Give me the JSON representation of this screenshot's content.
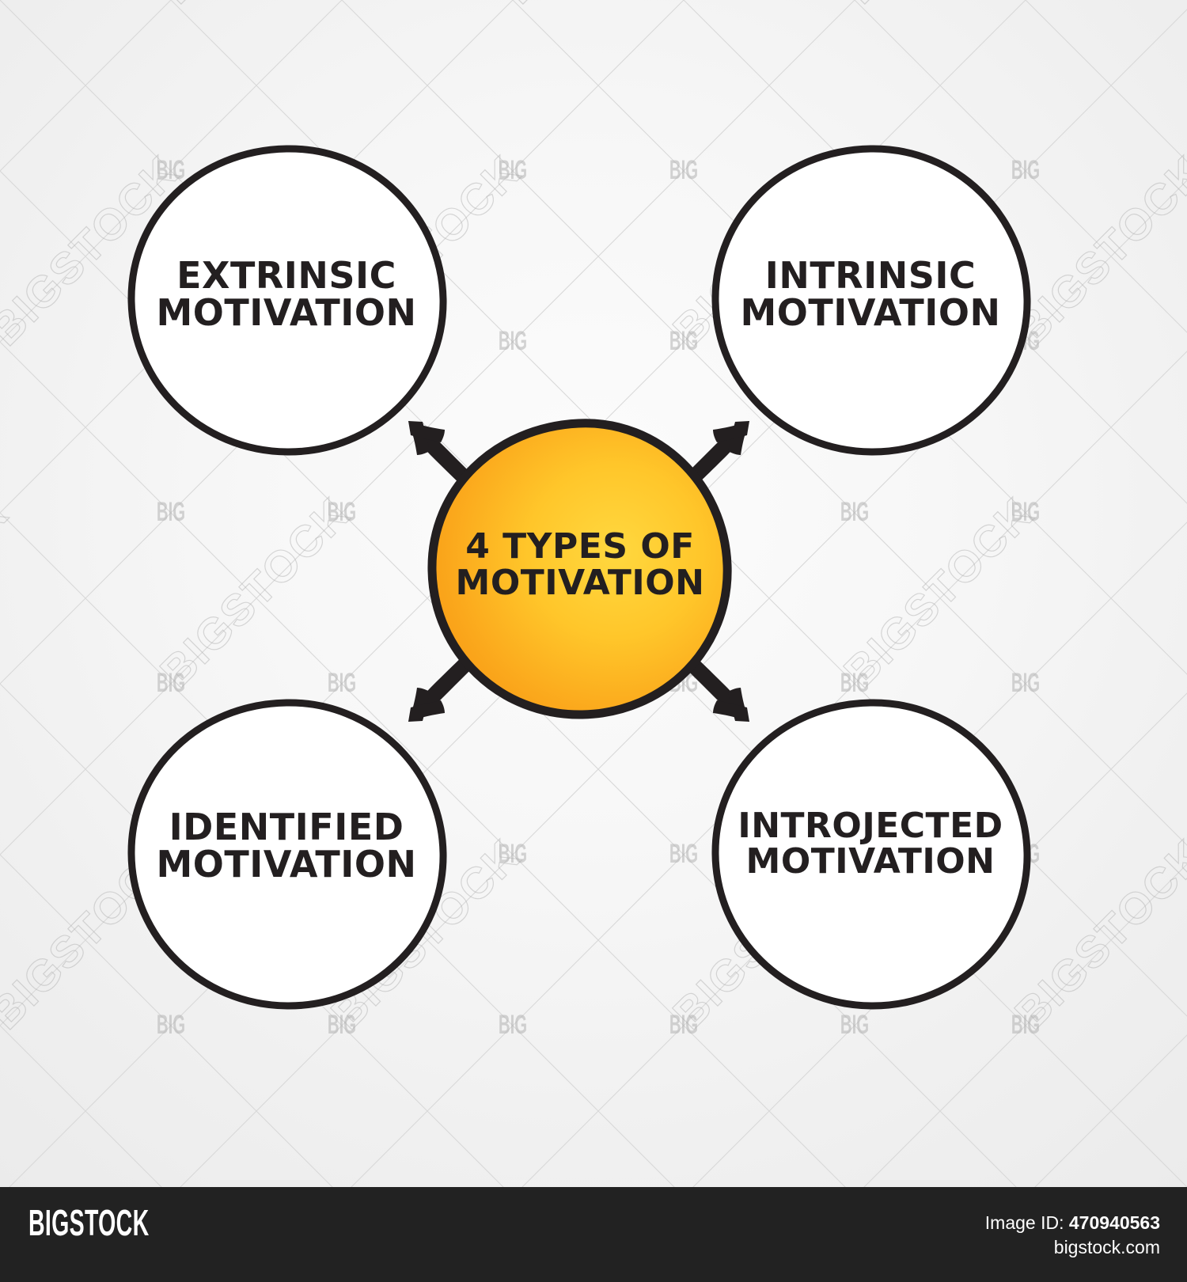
{
  "diagram": {
    "title": "4 Types of Motivation mind map",
    "center": {
      "id": "center-node",
      "line1": "4 TYPES OF",
      "line2": "MOTIVATION",
      "fill_start": "#ffd23a",
      "fill_end": "#f59b17",
      "stroke": "#231f20"
    },
    "nodes": [
      {
        "id": "node-extrinsic",
        "position": "top-left",
        "line1": "EXTRINSIC",
        "line2": "MOTIVATION",
        "fill": "#ffffff",
        "stroke": "#231f20"
      },
      {
        "id": "node-intrinsic",
        "position": "top-right",
        "line1": "INTRINSIC",
        "line2": "MOTIVATION",
        "fill": "#ffffff",
        "stroke": "#231f20"
      },
      {
        "id": "node-identified",
        "position": "bottom-left",
        "line1": "IDENTIFIED",
        "line2": "MOTIVATION",
        "fill": "#ffffff",
        "stroke": "#231f20"
      },
      {
        "id": "node-introjected",
        "position": "bottom-right",
        "line1": "INTROJECTED",
        "line2": "MOTIVATION",
        "fill": "#ffffff",
        "stroke": "#231f20"
      }
    ],
    "connectors": [
      {
        "id": "arrow-to-extrinsic",
        "from": "center-node",
        "to": "node-extrinsic",
        "style": "hand-drawn-arrow"
      },
      {
        "id": "arrow-to-intrinsic",
        "from": "center-node",
        "to": "node-intrinsic",
        "style": "hand-drawn-arrow"
      },
      {
        "id": "arrow-to-identified",
        "from": "center-node",
        "to": "node-identified",
        "style": "hand-drawn-arrow"
      },
      {
        "id": "arrow-to-introjected",
        "from": "center-node",
        "to": "node-introjected",
        "style": "hand-drawn-arrow"
      }
    ],
    "background_color": "#f2f2f2"
  },
  "watermark": {
    "big_text": "BIG",
    "bigstock_text": "BIGSTOCK",
    "color": "#b3b3b3"
  },
  "footer": {
    "brand": "BIGSTOCK",
    "image_id_label": "Image ID:",
    "image_id_value": "470940563",
    "site": "bigstock.com",
    "background_color": "#222222"
  }
}
